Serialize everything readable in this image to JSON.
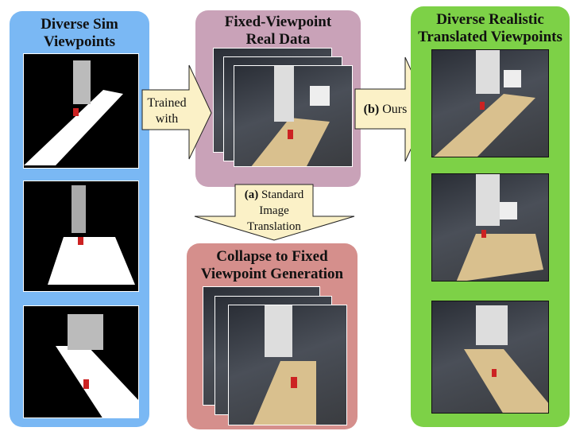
{
  "panels": {
    "sim": {
      "title_line1": "Diverse Sim",
      "title_line2": "Viewpoints",
      "color": "#7ab8f4"
    },
    "real": {
      "title_line1": "Fixed-Viewpoint",
      "title_line2": "Real Data",
      "color": "#c9a2b8"
    },
    "translated": {
      "title_line1": "Diverse Realistic",
      "title_line2": "Translated Viewpoints",
      "color": "#7dd147"
    },
    "collapse": {
      "title_line1": "Collapse to Fixed",
      "title_line2": "Viewpoint Generation",
      "color": "#d58f8c"
    }
  },
  "arrows": {
    "trained": {
      "line1": "Trained",
      "line2": "with"
    },
    "ours": {
      "prefix": "(b)",
      "text": " Ours"
    },
    "standard": {
      "prefix": "(a)",
      "text": " Standard",
      "line2": "Image",
      "line3": "Translation"
    },
    "color": "#fbf1c7"
  }
}
